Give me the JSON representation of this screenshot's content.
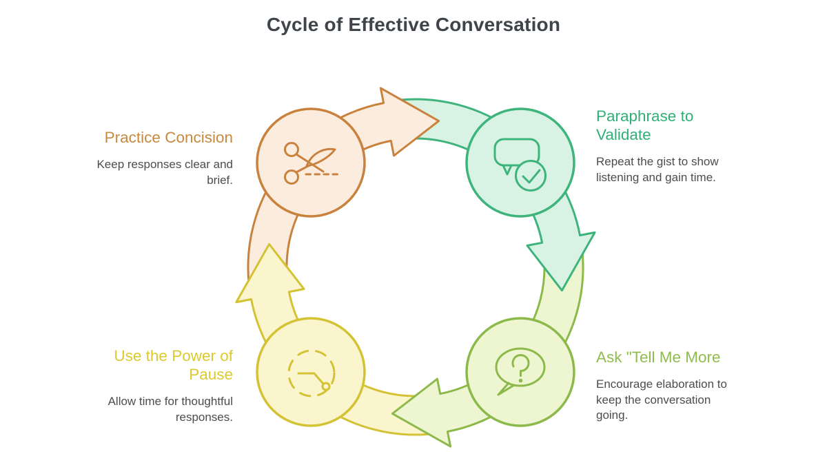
{
  "title": "Cycle of Effective Conversation",
  "title_color": "#3e4449",
  "body_text_color": "#4c4c4c",
  "background": "#ffffff",
  "steps": [
    {
      "id": "practice-concision",
      "heading": "Practice Concision",
      "body": "Keep responses clear and brief.",
      "icon": "scissors-icon",
      "accent": "#c8883f",
      "stroke": "#c8823e",
      "fill": "#fcecdd"
    },
    {
      "id": "paraphrase-to-validate",
      "heading": "Paraphrase to Validate",
      "body": "Repeat the gist to show listening and gain time.",
      "icon": "speech-bubble-check-icon",
      "accent": "#2fb077",
      "stroke": "#3db47c",
      "fill": "#d8f3e3"
    },
    {
      "id": "ask-tell-me-more",
      "heading": "Ask \"Tell Me More",
      "body": "Encourage elaboration to keep the conversation going.",
      "icon": "question-bubble-icon",
      "accent": "#8fbd4b",
      "stroke": "#8cb94a",
      "fill": "#eef6d1"
    },
    {
      "id": "use-the-power-of-pause",
      "heading": "Use the Power of Pause",
      "body": "Allow time for thoughtful responses.",
      "icon": "pause-clock-icon",
      "accent": "#dcc92d",
      "stroke": "#d3c233",
      "fill": "#fbf5ce"
    }
  ]
}
